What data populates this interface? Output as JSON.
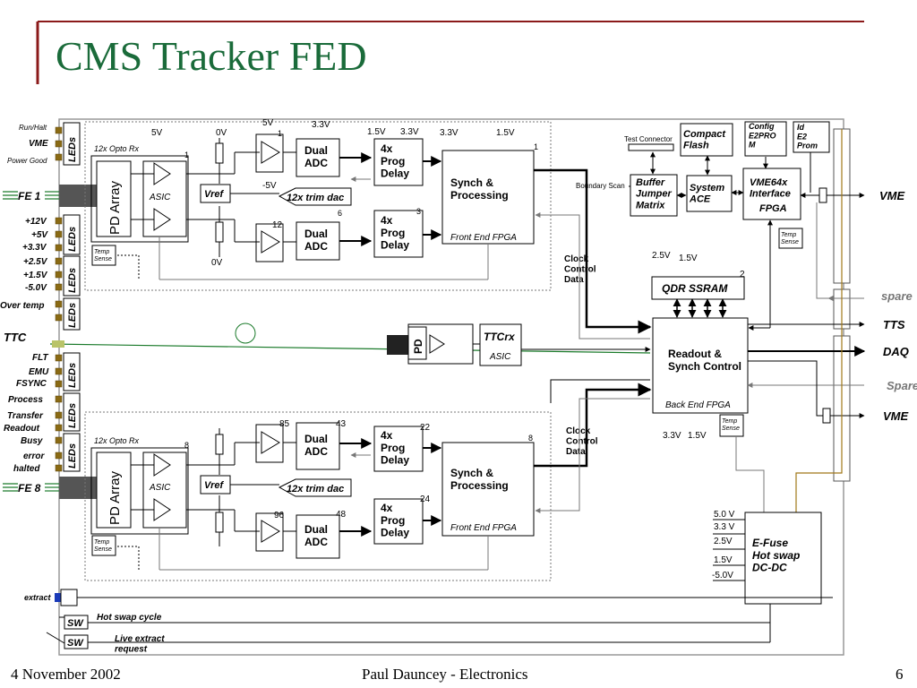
{
  "slide": {
    "title": "CMS Tracker FED",
    "footer_date": "4 November 2002",
    "footer_author": "Paul Dauncey - Electronics",
    "page_number": "6",
    "accent_color": "#1a6b3a",
    "rule_color": "#8b1a1a"
  },
  "left_labels": {
    "run_halt": "Run/Halt",
    "vme": "VME",
    "power_good": "Power Good",
    "fe1": "FE 1",
    "p12v": "+12V",
    "p5v": "+5V",
    "p33v": "+3.3V",
    "p25v": "+2.5V",
    "p15v": "+1.5V",
    "m50v": "-5.0V",
    "over_temp": "Over temp",
    "ttc": "TTC",
    "flt": "FLT",
    "emu": "EMU",
    "fsync": "FSYNC",
    "process": "Process",
    "transfer": "Transfer",
    "readout": "Readout",
    "busy": "Busy",
    "error": "error",
    "halted": "halted",
    "fe8": "FE 8",
    "extract": "extract",
    "leds": "LEDs"
  },
  "front_end": {
    "opto_rx": "12x Opto Rx",
    "pd_array": "PD Array",
    "asic": "ASIC",
    "vref": "Vref",
    "trim_dac": "12x trim dac",
    "dual_adc": "Dual ADC",
    "prog_delay": "4x Prog Delay",
    "synch_processing": "Synch & Processing",
    "front_end_fpga": "Front End FPGA",
    "temp_sense": "Temp Sense",
    "clock_control_data": "Clock Control Data",
    "v5v": "5V",
    "v0v": "0V",
    "vm5v": "-5V",
    "v33v": "3.3V",
    "v15v": "1.5V",
    "upper_numbers": [
      "1",
      "1",
      "12",
      "6",
      "3",
      "1"
    ],
    "lower_numbers": [
      "8",
      "85",
      "43",
      "96",
      "48",
      "22",
      "24",
      "8"
    ]
  },
  "back_end": {
    "test_connector": "Test Connector",
    "compact_flash": "Compact Flash",
    "config_eeprom": "Config E2PRO M",
    "id_eeprom": "Id E2 Prom",
    "boundary_scan": "Boundary Scan",
    "buffer_jumper": "Buffer Jumper Matrix",
    "system_ace": "System ACE",
    "vme64x": "VME64x Interface",
    "fpga": "FPGA",
    "qdr_sram": "QDR SSRAM",
    "qdr_number": "2",
    "v25": "2.5V",
    "v15": "1.5V",
    "v33": "3.3V",
    "ttcrx": "TTCrx",
    "ttcrx_asic": "ASIC",
    "pd": "PD",
    "readout_synch": "Readout & Synch Control",
    "back_end_fpga": "Back End FPGA",
    "efuse": "E-Fuse Hot swap DC-DC",
    "rails": [
      "5.0 V",
      "3.3 V",
      "2.5V",
      "1.5V",
      "-5.0V"
    ]
  },
  "right_outputs": {
    "vme_top": "VME",
    "spare1": "spare",
    "tts": "TTS",
    "daq": "DAQ",
    "spare2": "Spare",
    "vme_bottom": "VME"
  },
  "bottom": {
    "sw": "SW",
    "hot_swap_cycle": "Hot swap cycle",
    "live_extract": "Live extract request"
  }
}
